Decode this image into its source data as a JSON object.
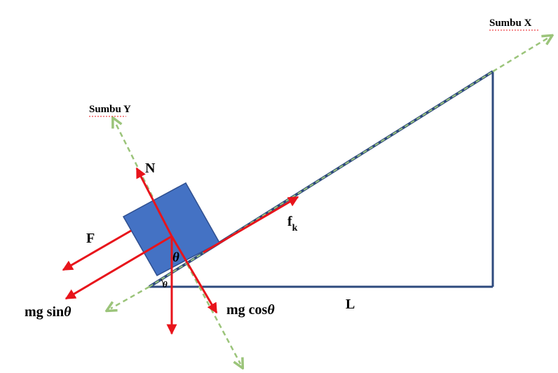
{
  "labels": {
    "axis_x": "Sumbu X",
    "axis_y": "Sumbu Y",
    "normal": "N",
    "applied_force": "F",
    "friction": "f",
    "friction_sub": "k",
    "weight_parallel_prefix": "mg sin",
    "weight_perp_prefix": "mg cos",
    "theta": "θ",
    "length": "L"
  },
  "colors": {
    "incline": "#2e4a7d",
    "block_fill": "#4472c4",
    "block_stroke": "#2f4f8f",
    "force_arrow": "#e8141b",
    "axis": "#9bc47a",
    "spellcheck": "#e8141b"
  }
}
